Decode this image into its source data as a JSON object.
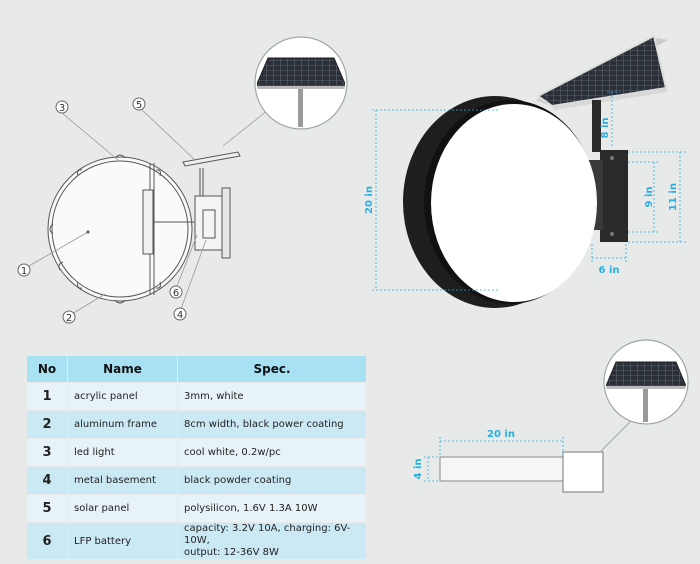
{
  "callouts": [
    "1",
    "2",
    "3",
    "4",
    "5",
    "6"
  ],
  "dimensions": {
    "height": "20 in",
    "bracket_top": "8 in",
    "plate_inner": "9 in",
    "plate_outer": "11 in",
    "bracket_depth": "6 in",
    "side_width": "20 in",
    "side_depth": "4 in"
  },
  "table": {
    "headers": [
      "No",
      "Name",
      "Spec."
    ],
    "rows": [
      {
        "no": "1",
        "name": "acrylic panel",
        "spec": "3mm, white"
      },
      {
        "no": "2",
        "name": "aluminum frame",
        "spec": "8cm width, black power coating"
      },
      {
        "no": "3",
        "name": "led light",
        "spec": "cool white, 0.2w/pc"
      },
      {
        "no": "4",
        "name": "metal basement",
        "spec": "black powder coating"
      },
      {
        "no": "5",
        "name": "solar panel",
        "spec": "polysilicon, 1.6V 1.3A 10W"
      },
      {
        "no": "6",
        "name": "LFP battery",
        "spec": "capacity: 3.2V 10A, charging: 6V-10W,\noutput: 12-36V 8W"
      }
    ]
  },
  "colors": {
    "accent": "#29aee3",
    "table_header": "#a9e1f4",
    "background": "#e8eaea"
  }
}
